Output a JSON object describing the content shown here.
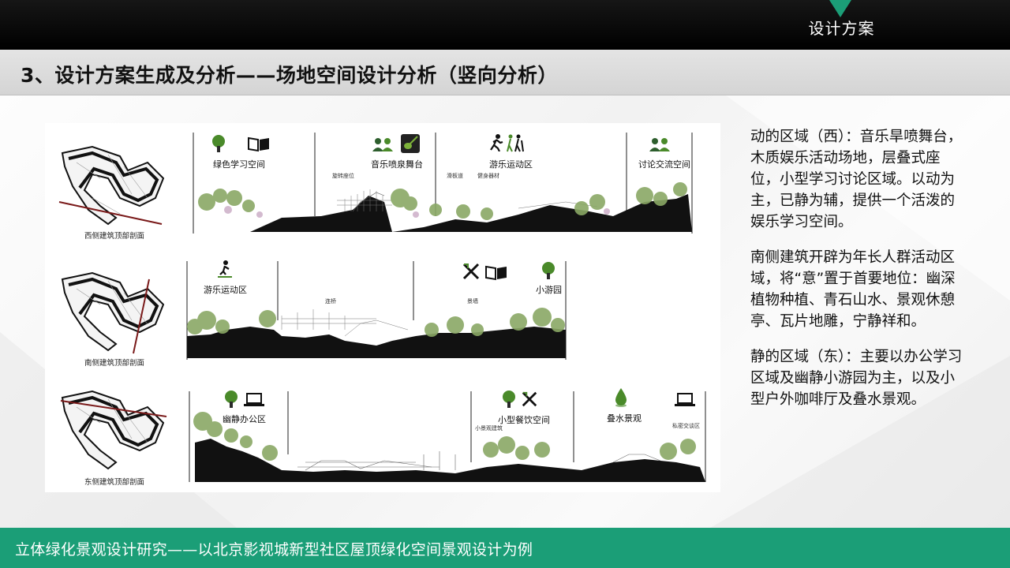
{
  "header": {
    "section_label": "设计方案",
    "title": "3、设计方案生成及分析——场地空间设计分析（竖向分析）"
  },
  "figure": {
    "rows": [
      {
        "plan_caption": "西侧建筑顶部剖面",
        "zones": [
          {
            "label": "绿色学习空间",
            "icons": [
              "tree-icon",
              "book-icon"
            ]
          },
          {
            "label": "音乐喷泉舞台",
            "icons": [
              "people-icon",
              "guitar-icon"
            ]
          },
          {
            "label": "游乐运动区",
            "icons": [
              "runner-icon",
              "hikers-icon"
            ]
          },
          {
            "label": "讨论交流空间",
            "icons": [
              "people-icon"
            ]
          }
        ],
        "annotations": [
          "旋转座位",
          "滑板道",
          "健身器材"
        ]
      },
      {
        "plan_caption": "南侧建筑顶部剖面",
        "zones": [
          {
            "label": "游乐运动区",
            "icons": [
              "skateboarder-icon"
            ]
          },
          {
            "label": "小游园",
            "icons": [
              "cutlery-icon",
              "book-icon",
              "tree-icon"
            ]
          }
        ],
        "annotations": [
          "连桥",
          "景墙"
        ]
      },
      {
        "plan_caption": "东侧建筑顶部剖面",
        "zones": [
          {
            "label": "幽静办公区",
            "icons": [
              "tree-icon",
              "laptop-icon"
            ]
          },
          {
            "label": "小型餐饮空间",
            "icons": [
              "tree-icon",
              "cutlery-icon"
            ]
          },
          {
            "label": "叠水景观",
            "icons": [
              "water-drop-icon"
            ]
          },
          {
            "label": "",
            "icons": [
              "laptop-icon"
            ]
          }
        ],
        "annotations": [
          "小景观建筑",
          "私密交谈区"
        ]
      }
    ]
  },
  "description": [
    "动的区域（西）：音乐旱喷舞台，木质娱乐活动场地，层叠式座位，小型学习讨论区域。以动为主，已静为辅，提供一个活泼的娱乐学习空间。",
    "南侧建筑开辟为年长人群活动区域，将“意”置于首要地位：幽深植物种植、青石山水、景观休憩亭、瓦片地雕，宁静祥和。",
    "静的区域（东）：主要以办公学习区域及幽静小游园为主，以及小型户外咖啡厅及叠水景观。"
  ],
  "footer": {
    "text": "立体绿化景观设计研究——以北京影视城新型社区屋顶绿化空间景观设计为例"
  },
  "colors": {
    "accent": "#1b9e77",
    "icon_green": "#4a8a2a",
    "header_bg": "#000000",
    "section_line": "#7a1a1a"
  }
}
